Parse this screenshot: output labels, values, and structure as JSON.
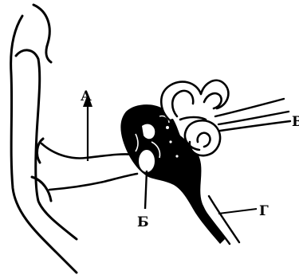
{
  "diagram": {
    "labels": {
      "a": "А",
      "b": "Б",
      "v": "В",
      "g": "Г"
    },
    "colors": {
      "ink": "#000000",
      "paper": "#ffffff"
    }
  }
}
